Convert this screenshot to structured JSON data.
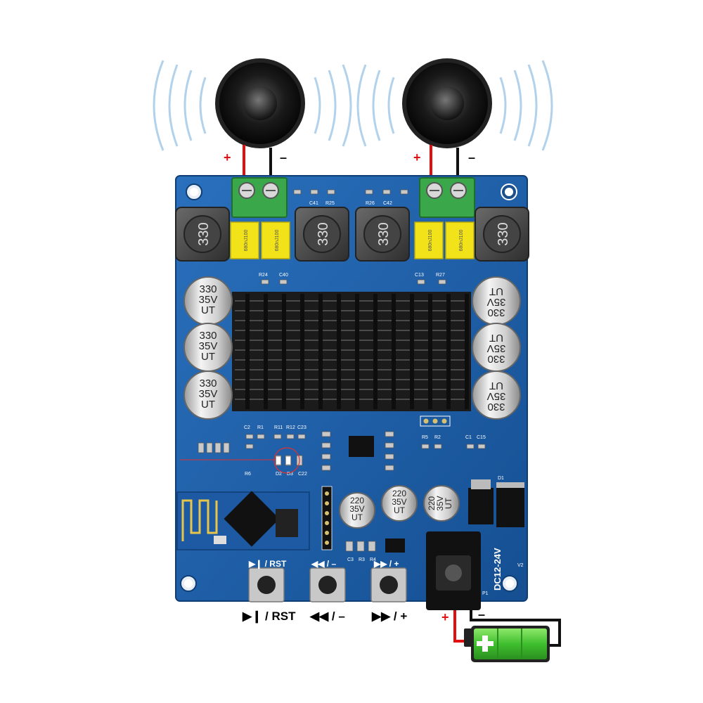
{
  "speakers": {
    "left": {
      "plus": "+",
      "minus": "–"
    },
    "right": {
      "plus": "+",
      "minus": "–"
    }
  },
  "inductor_marking": "330",
  "film_cap_marking": "680nJ100",
  "cap_large_marking": {
    "line1": "330",
    "line2": "35V",
    "line3": "UT"
  },
  "cap_small_marking": {
    "line1": "220",
    "line2": "35V",
    "line3": "UT"
  },
  "silkscreen": {
    "c41": "C41",
    "r25": "R25",
    "r26": "R26",
    "c42": "C42",
    "r24": "R24",
    "c40": "C40",
    "c13": "C13",
    "r27": "R27",
    "c2": "C2",
    "r1": "R1",
    "r11": "R11",
    "r12": "R12",
    "c23": "C23",
    "r5": "R5",
    "r2": "R2",
    "c1": "C1",
    "c15": "C15",
    "r6": "R6",
    "d2": "D2",
    "d3": "D3",
    "c22": "C22",
    "c3": "C3",
    "r3": "R3",
    "r4": "R4",
    "p1": "P1",
    "d1": "D1",
    "v2": "V2",
    "dc_label": "DC12-24V"
  },
  "buttons": [
    {
      "caption": "▶❙ / RST"
    },
    {
      "caption": "◀◀ / –"
    },
    {
      "caption": "▶▶ / +"
    }
  ],
  "power": {
    "plus": "+",
    "minus": "–"
  },
  "colors": {
    "pcb": "#1a5fa8",
    "wire_red": "#e01010",
    "wire_black": "#111111",
    "terminal_green": "#3aa84a",
    "film_cap_yellow": "#f2e21a",
    "battery_green": "#3fbf2f",
    "heatsink": "#1b1b1b"
  }
}
